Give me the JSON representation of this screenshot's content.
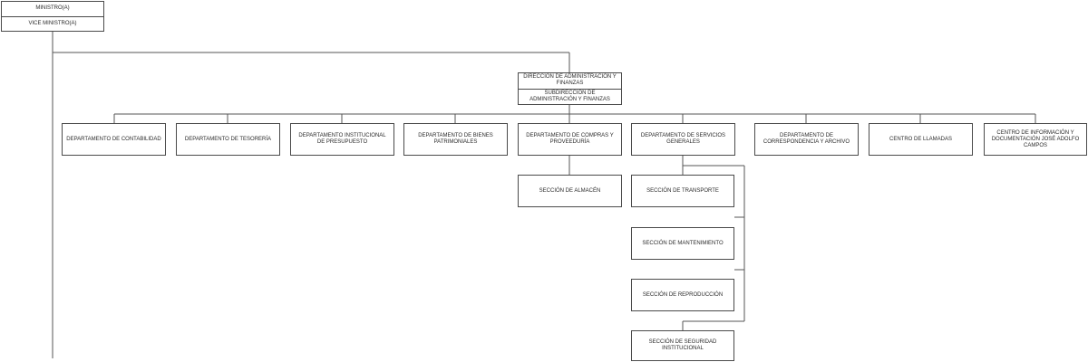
{
  "top": {
    "ministro": "MINISTRO(A)",
    "vice_ministro": "VICE MINISTRO(A)"
  },
  "direccion": {
    "title": "DIRECCIÓN DE ADMINISTRACIÓN Y FINANZAS",
    "subtitle": "SUBDIRECCIÓN DE ADMINISTRACIÓN Y FINANZAS"
  },
  "departments": [
    "DEPARTAMENTO DE CONTABILIDAD",
    "DEPARTAMENTO DE TESORERÍA",
    "DEPARTAMENTO INSTITUCIONAL DE PRESUPUESTO",
    "DEPARTAMENTO DE BIENES PATRIMONIALES",
    "DEPARTAMENTO DE COMPRAS Y PROVEEDURÍA",
    "DEPARTAMENTO DE SERVICIOS GENERALES",
    "DEPARTAMENTO DE CORRESPONDENCIA Y ARCHIVO",
    "CENTRO DE LLAMADAS",
    "CENTRO DE INFORMACIÓN Y DOCUMENTACIÓN JOSÉ ADOLFO CAMPOS"
  ],
  "compras_sections": [
    "SECCIÓN DE ALMACÉN"
  ],
  "servicios_sections": [
    "SECCIÓN DE TRANSPORTE",
    "SECCIÓN DE MANTENIMIENTO",
    "SECCIÓN DE REPRODUCCIÓN",
    "SECCIÓN DE SEGURIDAD INSTITUCIONAL"
  ]
}
